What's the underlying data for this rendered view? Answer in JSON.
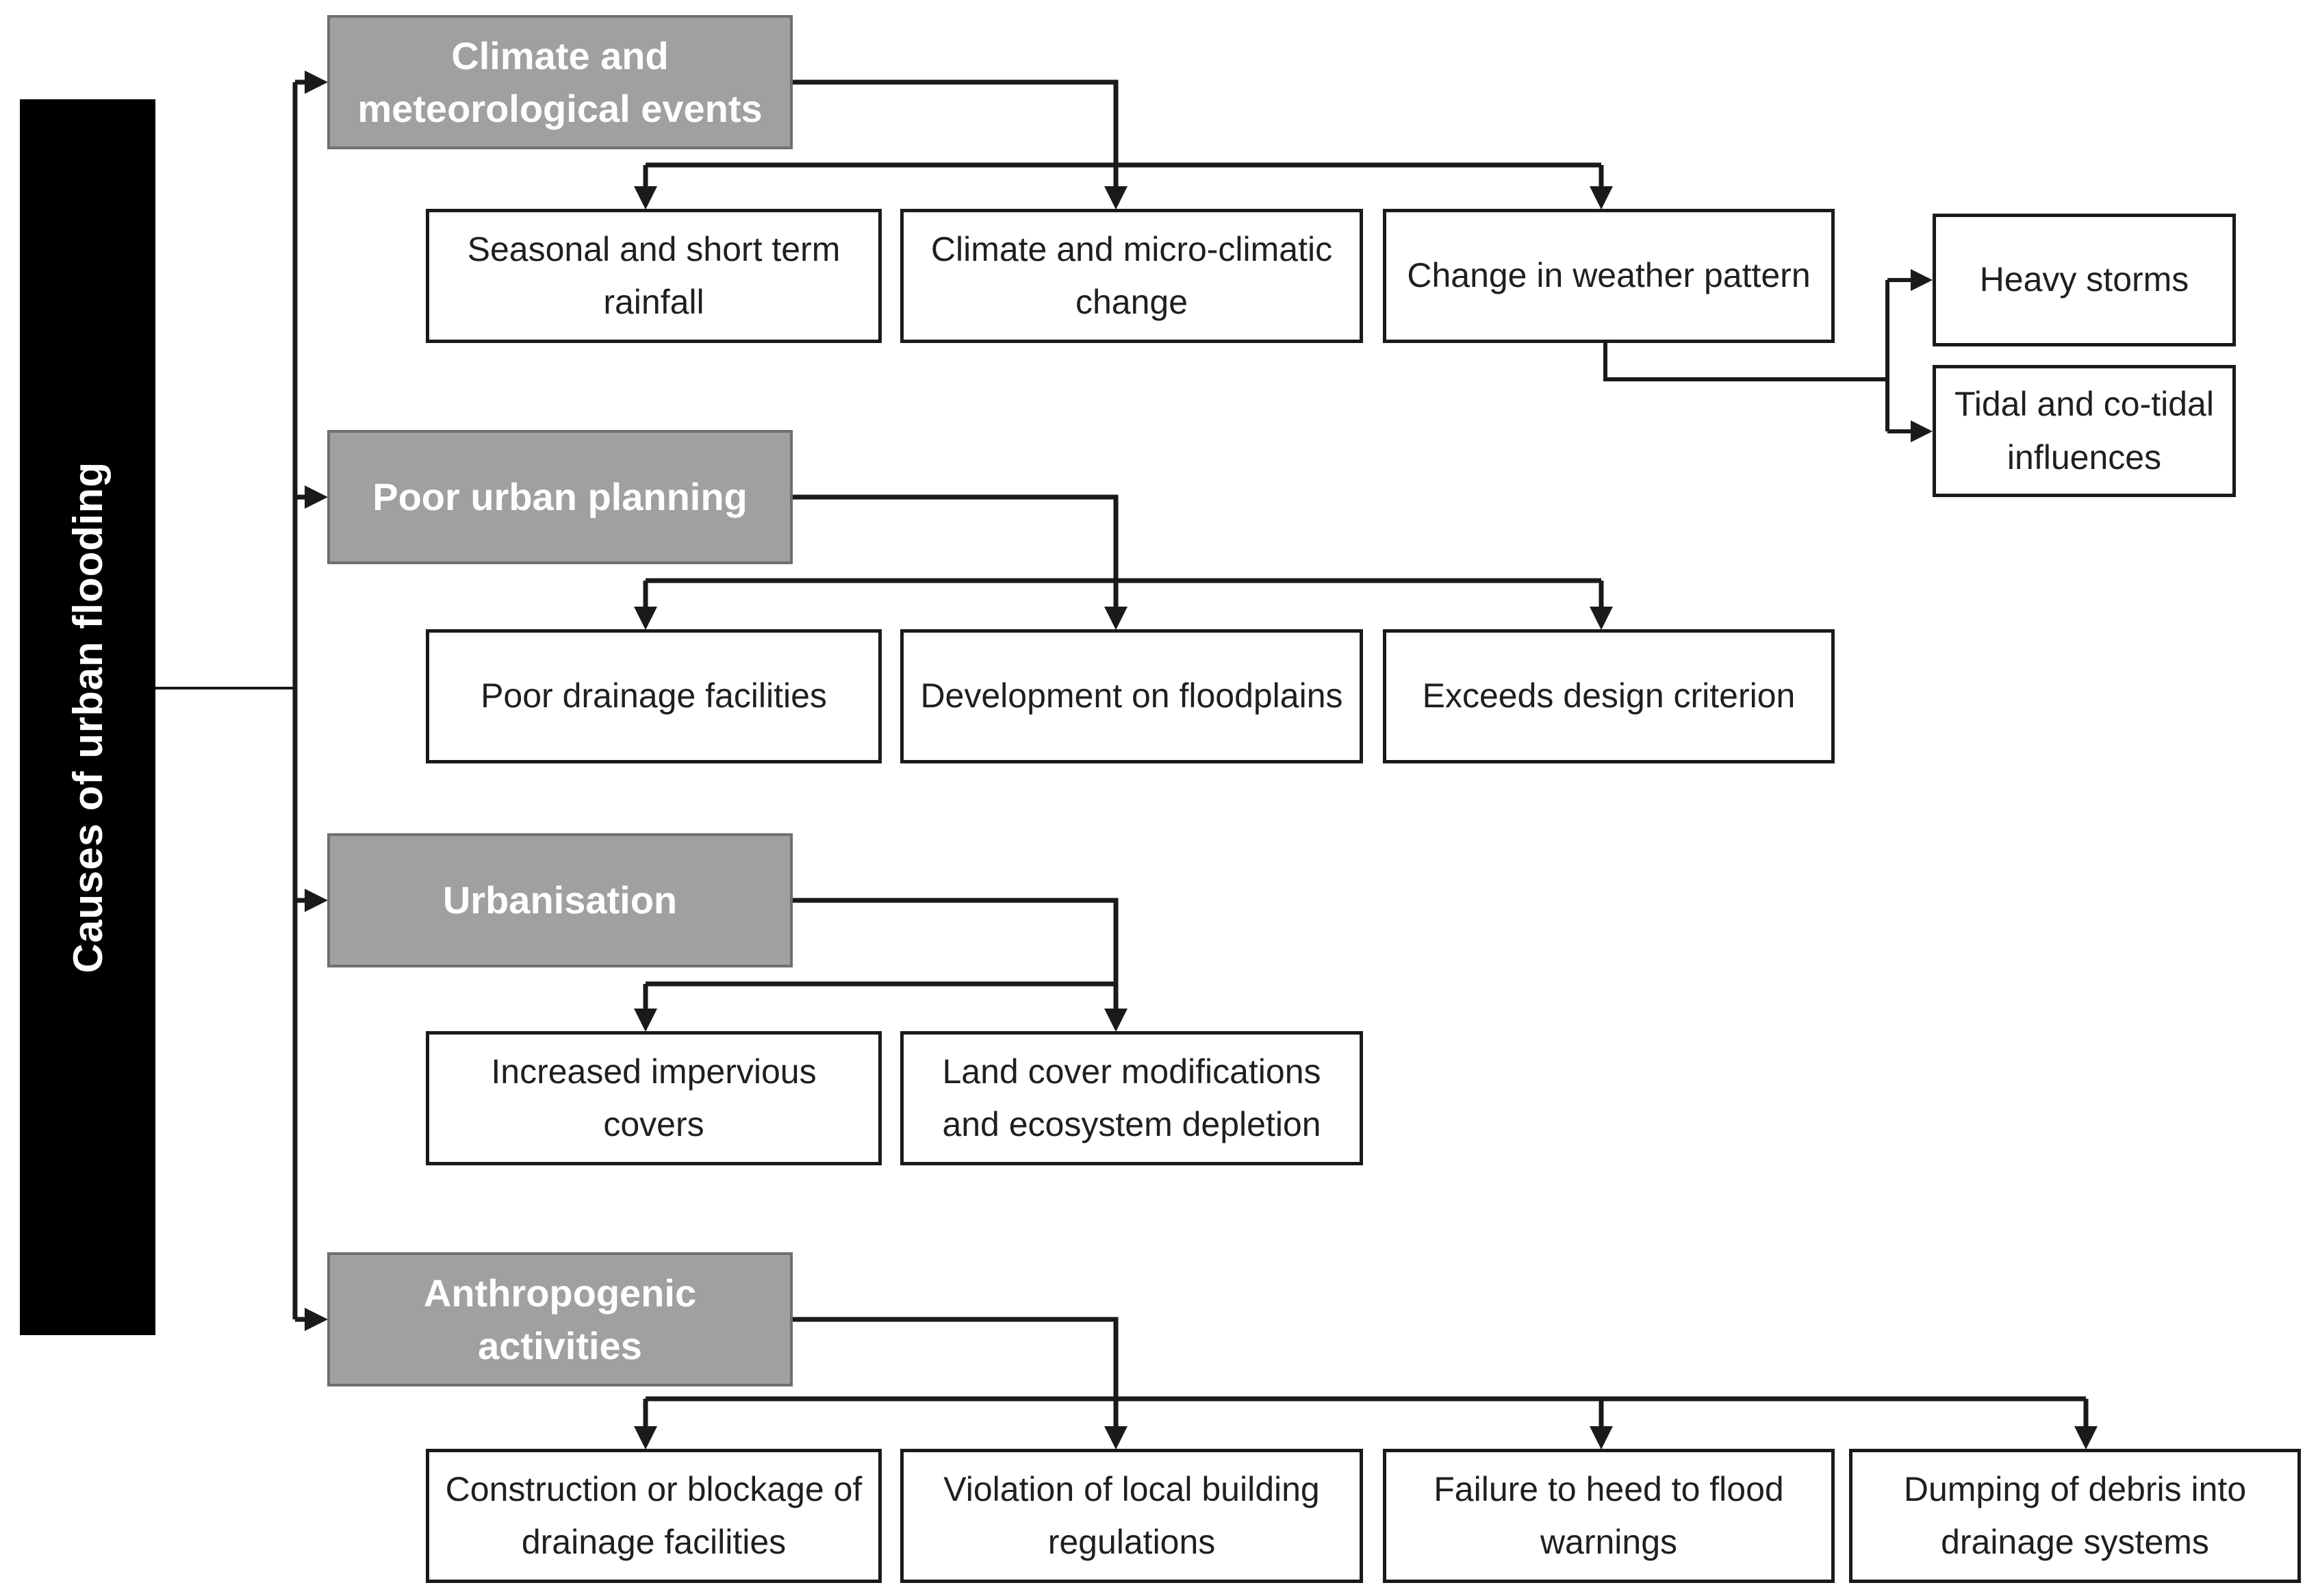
{
  "colors": {
    "root_fill": "#000000",
    "root_text": "#ffffff",
    "category_fill": "#a0a0a0",
    "category_border": "#6f6f6f",
    "category_text": "#ffffff",
    "box_border": "#1a1a1a",
    "box_text": "#1f1f1f",
    "connector": "#1a1a1a"
  },
  "diagram": {
    "root_label": "Causes of urban flooding",
    "categories": [
      {
        "label": "Climate and meteorological events",
        "children": [
          "Seasonal and short term rainfall",
          "Climate and micro-climatic change",
          "Change in weather pattern"
        ],
        "secondary_children": [
          "Heavy storms",
          "Tidal and co-tidal influences"
        ]
      },
      {
        "label": "Poor urban planning",
        "children": [
          "Poor drainage facilities",
          "Development on floodplains",
          "Exceeds design criterion"
        ]
      },
      {
        "label": "Urbanisation",
        "children": [
          "Increased impervious covers",
          "Land cover modifications and ecosystem depletion"
        ]
      },
      {
        "label": "Anthropogenic activities",
        "children": [
          "Construction or blockage of drainage facilities",
          "Violation of local building regulations",
          "Failure to heed to flood warnings",
          "Dumping of debris into drainage systems"
        ]
      }
    ]
  }
}
